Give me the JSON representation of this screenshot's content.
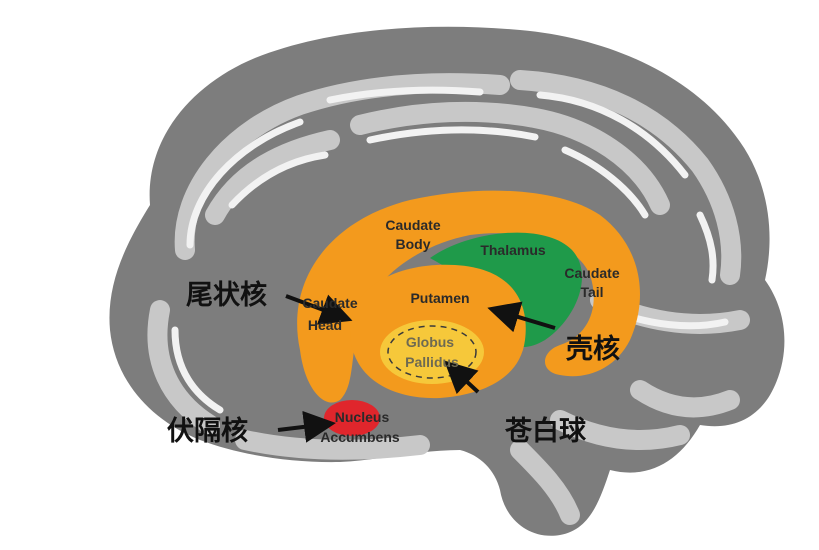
{
  "labels_en": {
    "caudate_body": [
      "Caudate",
      "Body"
    ],
    "thalamus": "Thalamus",
    "caudate_tail": [
      "Caudate",
      "Tail"
    ],
    "caudate_head": [
      "Caudate",
      "Head"
    ],
    "putamen": "Putamen",
    "globus_pallidus": [
      "Globus",
      "Pallidus"
    ],
    "nucleus_accumbens": [
      "Nucleus",
      "Accumbens"
    ]
  },
  "labels_zh": {
    "caudate": "尾状核",
    "putamen": "壳核",
    "accumbens": "伏隔核",
    "pallidus": "苍白球"
  },
  "colors": {
    "background": "#ffffff",
    "cortex_dark": "#7d7d7d",
    "cortex_light": "#c8c8c8",
    "cortex_highlight": "#f2f2f2",
    "caudate": "#f39a1d",
    "thalamus": "#1f9a4a",
    "globus_pallidus": "#f6c83a",
    "nucleus_accumbens": "#e0262c",
    "arrow": "#111111"
  },
  "icons": {
    "arrow": "arrow-icon"
  }
}
